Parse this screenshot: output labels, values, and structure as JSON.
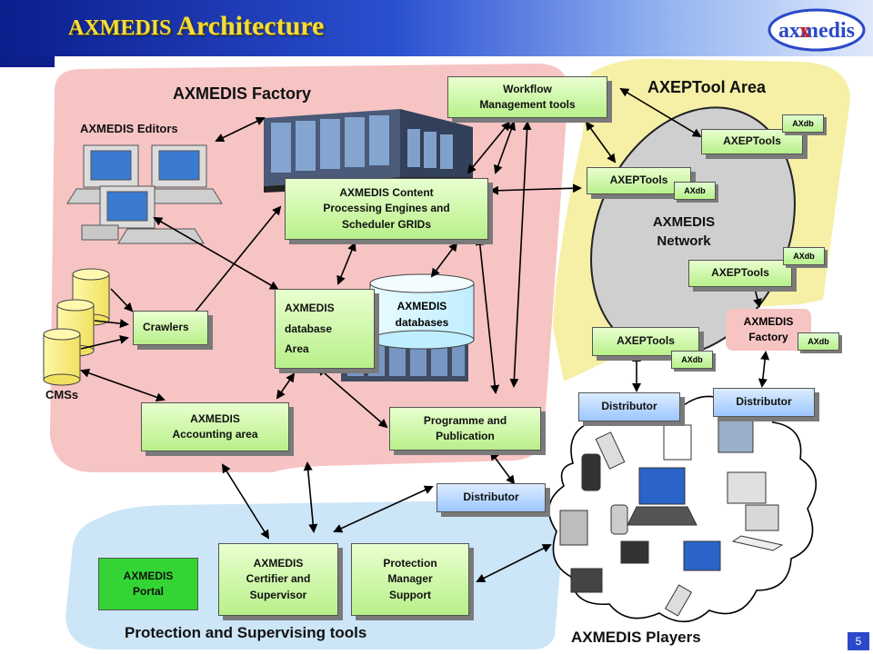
{
  "header": {
    "title_prefix": "AXMEDIS",
    "title_suffix": "Architecture",
    "logo_text": "axmedis"
  },
  "regions": {
    "factory": "AXMEDIS Factory",
    "axeptool_area": "AXEPTool Area",
    "protection": "Protection and Supervising tools",
    "players": "AXMEDIS Players"
  },
  "labels": {
    "editors": "AXMEDIS Editors",
    "cmss": "CMSs",
    "network_line1": "AXMEDIS",
    "network_line2": "Network"
  },
  "boxes": {
    "workflow": [
      "Workflow",
      "Management tools"
    ],
    "content_processing": [
      "AXMEDIS Content",
      "Processing Engines and",
      "Scheduler GRIDs"
    ],
    "crawlers": "Crawlers",
    "database_area": [
      "AXMEDIS",
      "database",
      "Area"
    ],
    "databases": [
      "AXMEDIS",
      "databases"
    ],
    "accounting": [
      "AXMEDIS",
      "Accounting area"
    ],
    "programme": [
      "Programme and",
      "Publication"
    ],
    "distributor_bottom": "Distributor",
    "portal": [
      "AXMEDIS",
      "Portal"
    ],
    "certifier": [
      "AXMEDIS",
      "Certifier and",
      "Supervisor"
    ],
    "protection_manager": [
      "Protection",
      "Manager",
      "Support"
    ],
    "axeptools_1": "AXEPTools",
    "axeptools_2": "AXEPTools",
    "axeptools_3": "AXEPTools",
    "axeptools_4": "AXEPTools",
    "factory_small": [
      "AXMEDIS",
      "Factory"
    ],
    "distributor_left": "Distributor",
    "distributor_right": "Distributor"
  },
  "axdb": "AXdb",
  "slide_number": "5"
}
